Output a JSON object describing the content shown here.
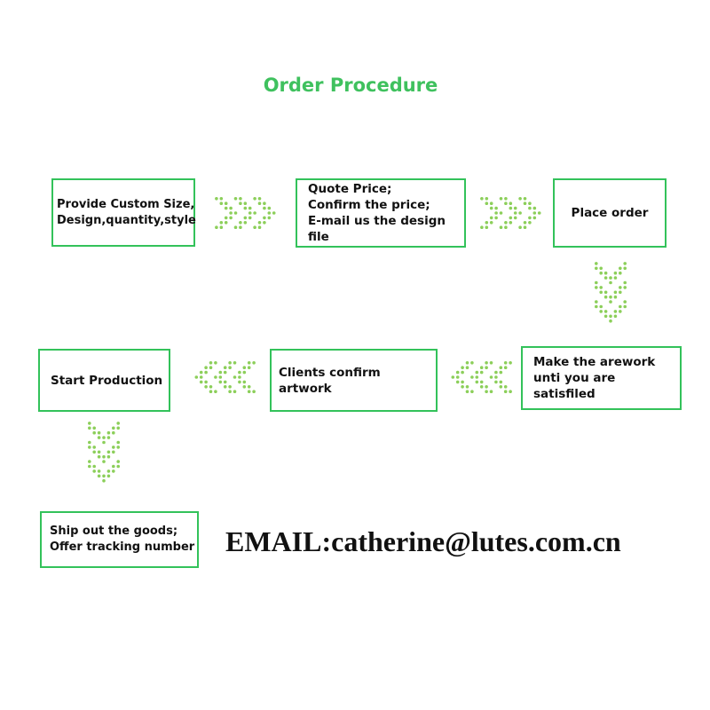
{
  "title": "Order Procedure",
  "colors": {
    "accent": "#3fc15e",
    "box_border": "#33c25a",
    "arrow_dot": "#8ccf5a",
    "text": "#111111"
  },
  "steps": [
    {
      "text": "Provide Custom Size,\nDesign,quantity,style"
    },
    {
      "text": "Quote Price;\nConfirm the price;\nE-mail us the design file"
    },
    {
      "text": "Place order"
    },
    {
      "text": "Make the arework\nunti you are satisfiled"
    },
    {
      "text": "Clients confirm artwork"
    },
    {
      "text": "Start Production"
    },
    {
      "text": "Ship out the goods;\nOffer tracking number"
    }
  ],
  "arrows": [
    {
      "icon": "dotted-arrow-right-icon",
      "direction": "right"
    },
    {
      "icon": "dotted-arrow-right-icon",
      "direction": "right"
    },
    {
      "icon": "dotted-arrow-down-icon",
      "direction": "down"
    },
    {
      "icon": "dotted-arrow-left-icon",
      "direction": "left"
    },
    {
      "icon": "dotted-arrow-left-icon",
      "direction": "left"
    },
    {
      "icon": "dotted-arrow-down-icon",
      "direction": "down"
    }
  ],
  "email": "EMAIL:catherine@lutes.com.cn"
}
